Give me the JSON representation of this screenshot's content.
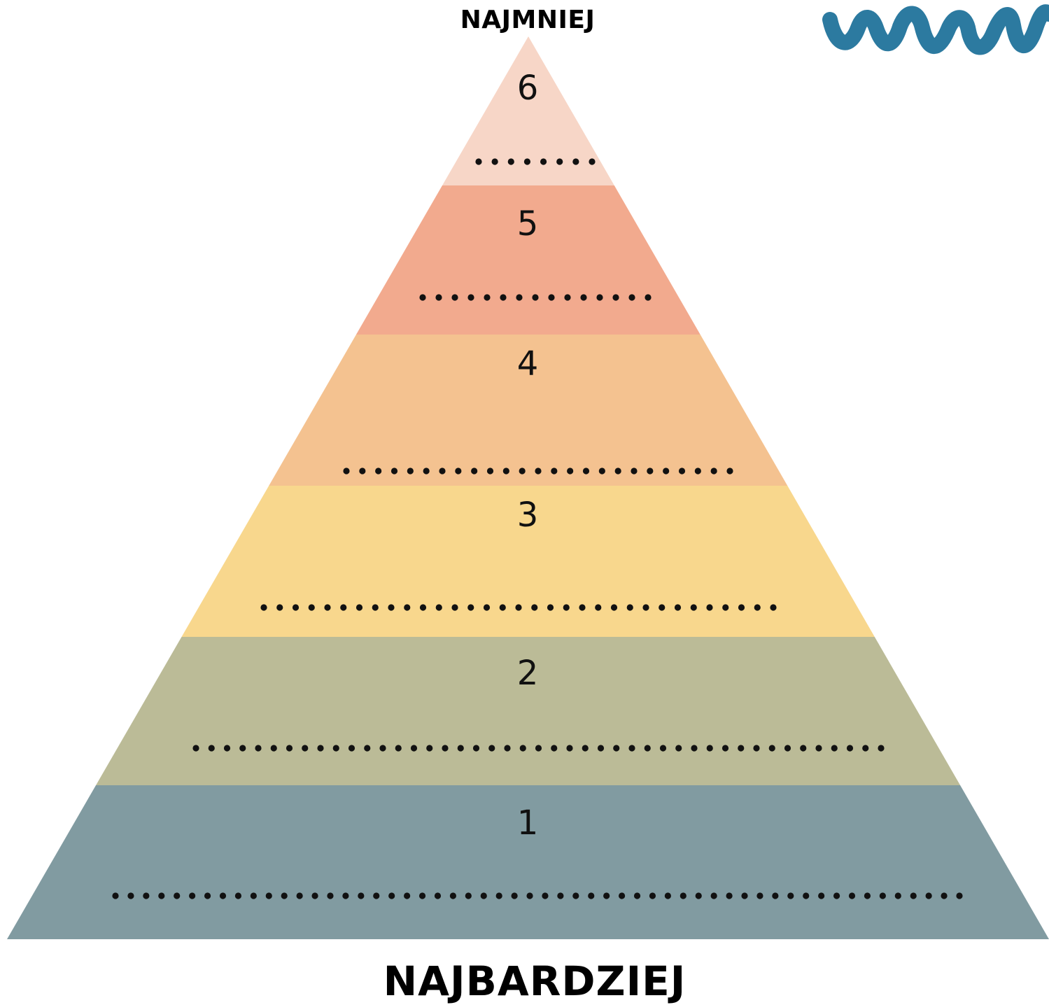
{
  "labels": {
    "top": "NAJMNIEJ",
    "bottom": "NAJBARDZIEJ"
  },
  "levels": [
    {
      "number": "6",
      "color": "#f7d6c7",
      "dots": 8
    },
    {
      "number": "5",
      "color": "#f2aa8e",
      "dots": 15
    },
    {
      "number": "4",
      "color": "#f4c290",
      "dots": 25
    },
    {
      "number": "3",
      "color": "#f8d78d",
      "dots": 33
    },
    {
      "number": "2",
      "color": "#bbbb97",
      "dots": 45
    },
    {
      "number": "1",
      "color": "#819ba1",
      "dots": 56
    }
  ],
  "decoration": {
    "name": "wave-doodle",
    "color": "#2c7aa0"
  }
}
